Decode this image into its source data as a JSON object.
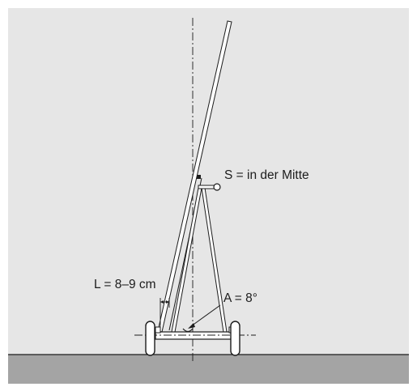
{
  "labels": {
    "s": "S = in der Mitte",
    "l": "L = 8–9 cm",
    "a": "A = 8°"
  },
  "colors": {
    "background": "#e6e6e6",
    "ground": "#a4a4a4",
    "ink": "#1c1c1c",
    "frame_white": "#ffffff"
  }
}
